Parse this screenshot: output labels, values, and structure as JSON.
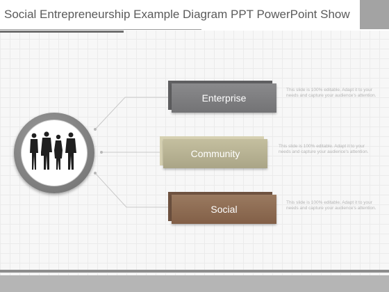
{
  "slide": {
    "title": "Social Entrepreneurship Example Diagram PPT PowerPoint Show"
  },
  "diagram": {
    "center_icon": "business-people-icon",
    "items": [
      {
        "label": "Enterprise",
        "description": "This slide is 100% editable. Adapt it to your needs and capture your audience's attention.",
        "color": "#7b7b7d"
      },
      {
        "label": "Community",
        "description": "This slide is 100% editable. Adapt it to your needs and capture your audience's attention.",
        "color": "#b6b193"
      },
      {
        "label": "Social",
        "description": "This slide is 100% editable. Adapt it to your needs and capture your audience's attention.",
        "color": "#8c6b52"
      }
    ]
  }
}
